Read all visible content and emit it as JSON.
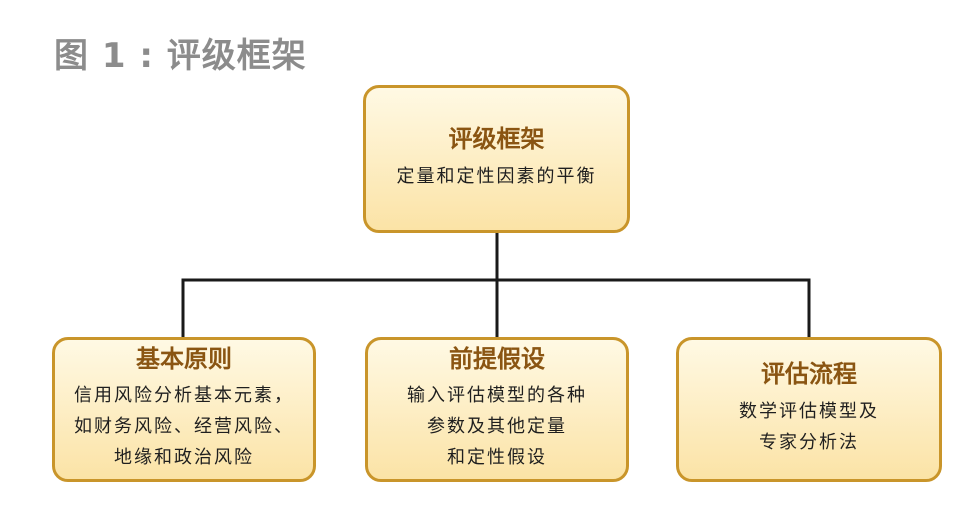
{
  "figure_title": "图 1 : 评级框架",
  "colors": {
    "border": "#c9952a",
    "box_fill_top": "#fff9e4",
    "box_fill_bottom": "#fbe3a6",
    "title_text": "#8a5512",
    "figure_title_text": "#8c8c8c",
    "connector": "#1a1a1a"
  },
  "root": {
    "title": "评级框架",
    "lines": [
      "定量和定性因素的平衡"
    ]
  },
  "children": [
    {
      "title": "基本原则",
      "lines": [
        "信用风险分析基本元素，",
        "如财务风险、经营风险、",
        "地缘和政治风险"
      ]
    },
    {
      "title": "前提假设",
      "lines": [
        "输入评估模型的各种",
        "参数及其他定量",
        "和定性假设"
      ]
    },
    {
      "title": "评估流程",
      "lines": [
        "数学评估模型及",
        "专家分析法"
      ]
    }
  ]
}
